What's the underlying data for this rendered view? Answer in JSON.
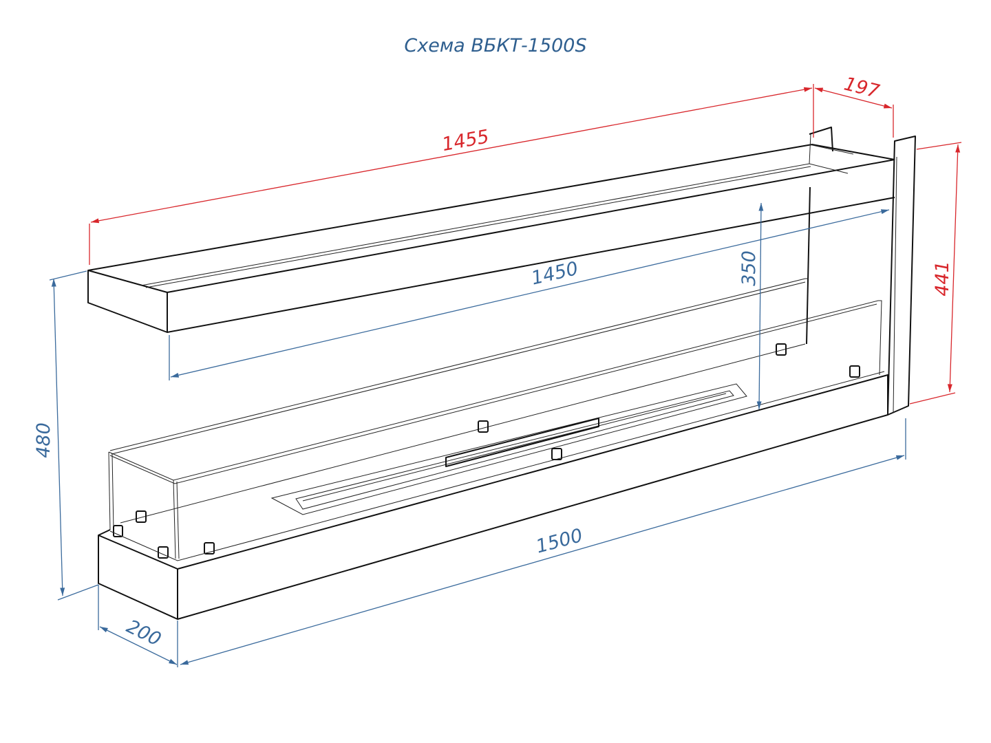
{
  "title": "Схема ВБКТ-1500S",
  "dimensions": {
    "shelf_length": "1455",
    "shelf_depth": "197",
    "side_panel_height": "441",
    "glass_length": "1450",
    "glass_height": "350",
    "total_height": "480",
    "base_length": "1500",
    "base_depth": "200"
  },
  "colors": {
    "red_dimension": "#d8262b",
    "blue_dimension": "#3a6a9c",
    "title": "#2f5f8f"
  }
}
